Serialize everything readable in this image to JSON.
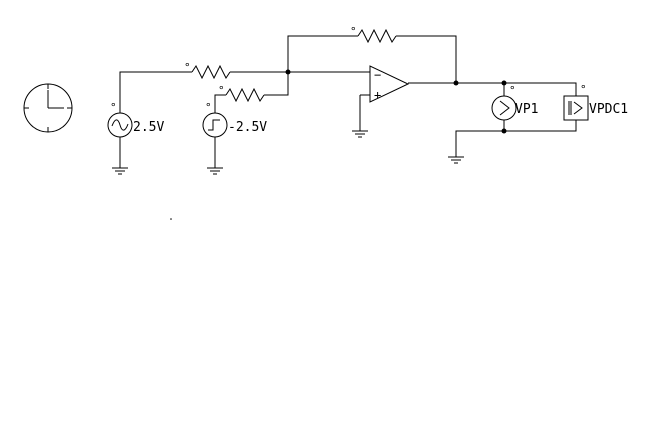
{
  "schematic": {
    "sources": [
      {
        "id": "sine",
        "label": "2.5V",
        "icon": "sine-wave-icon"
      },
      {
        "id": "pulse",
        "label": "-2.5V",
        "icon": "square-wave-icon"
      }
    ],
    "probes": [
      {
        "id": "vp1",
        "label": "VP1",
        "icon": "voltmeter-icon"
      },
      {
        "id": "vpdc1",
        "label": "VPDC1",
        "icon": "dc-voltage-probe-icon"
      }
    ],
    "opamp": {
      "minus": "−",
      "plus": "+"
    },
    "dot": "°"
  }
}
